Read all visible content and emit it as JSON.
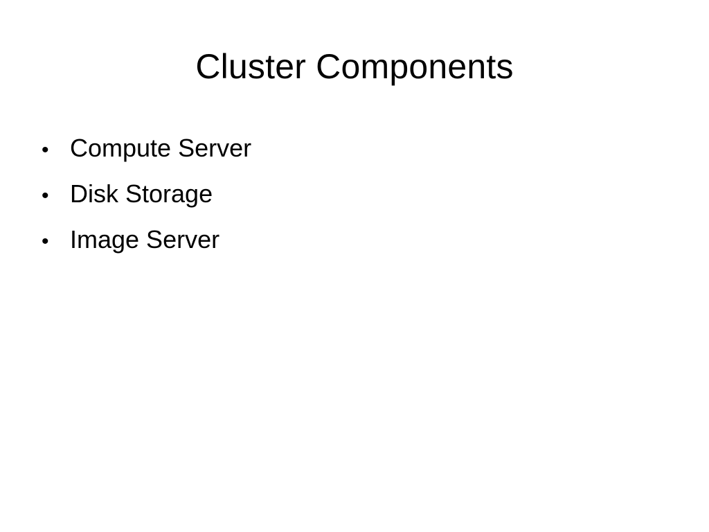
{
  "slide": {
    "title": "Cluster Components",
    "bullets": [
      {
        "text": "Compute Server"
      },
      {
        "text": "Disk Storage"
      },
      {
        "text": "Image Server"
      }
    ],
    "bullet_glyph": "•"
  }
}
